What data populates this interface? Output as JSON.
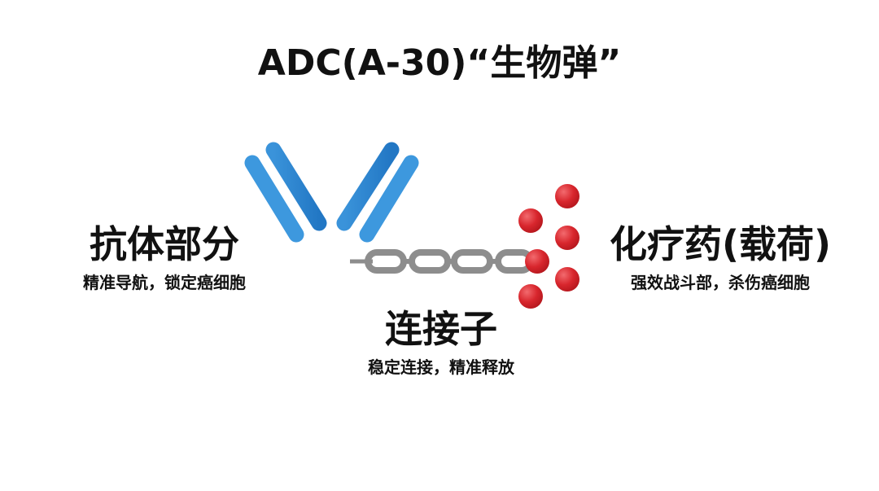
{
  "title": "ADC(A-30)“生物弹”",
  "antibody": {
    "heading": "抗体部分",
    "description": "精准导航，锁定癌细胞"
  },
  "linker": {
    "heading": "连接子",
    "description": "稳定连接，精准释放"
  },
  "payload": {
    "heading": "化疗药(载荷)",
    "description": "强效战斗部，杀伤癌细胞"
  },
  "colors": {
    "antibody": "#2f86cf",
    "chain": "#8d8d8d",
    "payload": "#d8232a",
    "text": "#111111"
  }
}
